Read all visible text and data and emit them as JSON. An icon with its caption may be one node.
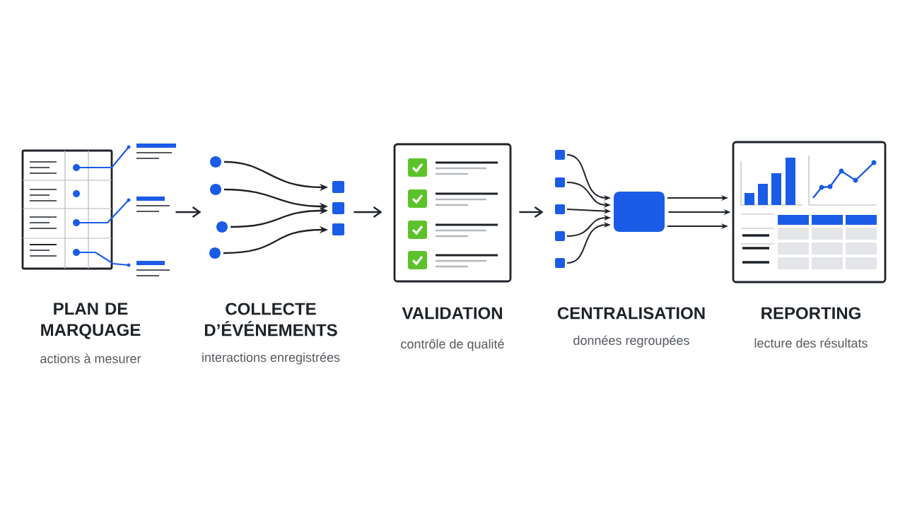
{
  "diagram": {
    "nodes": [
      {
        "text": [
          "PLAN DE MARQUAGE",
          "actions à mesurer"
        ]
      },
      {
        "text": [
          "COLLECTE D’ÉVÉNEMENTS",
          "interactions enregistrées"
        ]
      },
      {
        "text": [
          "VALIDATION",
          "contrôle de qualité"
        ]
      },
      {
        "text": [
          "CENTRALISATION",
          "données regroupées"
        ]
      },
      {
        "text": [
          "REPORTING",
          "lecture des résultats"
        ]
      }
    ],
    "edges": [
      {
        "from": 0,
        "to": 1,
        "arrow": "to"
      },
      {
        "from": 1,
        "to": 2,
        "arrow": "to"
      },
      {
        "from": 2,
        "to": 3,
        "arrow": "to"
      },
      {
        "from": 3,
        "to": 4,
        "arrow": "to"
      }
    ]
  }
}
